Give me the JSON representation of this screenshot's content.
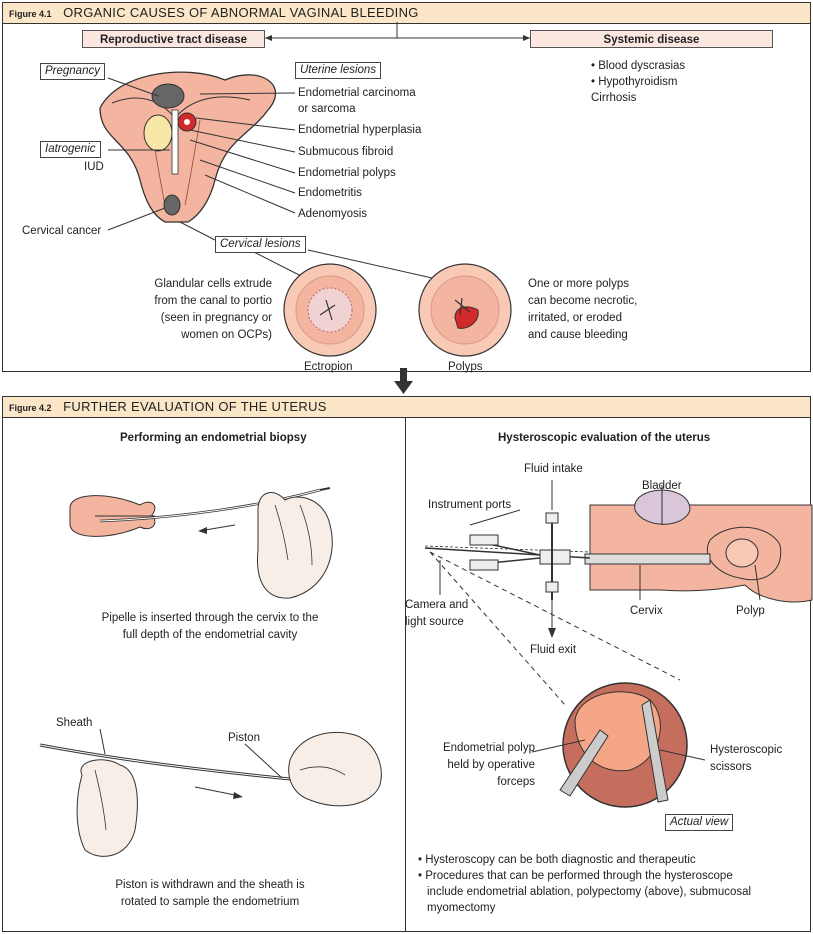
{
  "fig1": {
    "number": "Figure 4.1",
    "title": "ORGANIC CAUSES OF ABNORMAL VAGINAL BLEEDING",
    "repro_box": "Reproductive tract disease",
    "systemic_box": "Systemic disease",
    "systemic_items": [
      "Blood dyscrasias",
      "Hypothyroidism",
      "Cirrhosis"
    ],
    "pregnancy": "Pregnancy",
    "iatrogenic": "Iatrogenic",
    "iud": "IUD",
    "cervical_cancer": "Cervical cancer",
    "uterine_lesions": "Uterine lesions",
    "uterine_items": [
      "Endometrial carcinoma",
      "or sarcoma",
      "Endometrial hyperplasia",
      "Submucous fibroid",
      "Endometrial polyps",
      "Endometritis",
      "Adenomyosis"
    ],
    "cervical_lesions": "Cervical lesions",
    "ectropion_desc": [
      "Glandular cells extrude",
      "from the canal to portio",
      "(seen in pregnancy or",
      "women on OCPs)"
    ],
    "polyps_desc": [
      "One or more polyps",
      "can become necrotic,",
      "irritated, or eroded",
      "and cause bleeding"
    ],
    "ectropion": "Ectropion",
    "polyps": "Polyps"
  },
  "fig2": {
    "number": "Figure 4.2",
    "title": "FURTHER EVALUATION OF THE UTERUS",
    "left_heading": "Performing an endometrial biopsy",
    "pipelle_caption": [
      "Pipelle is inserted through the cervix to the",
      "full depth of the endometrial cavity"
    ],
    "sheath": "Sheath",
    "piston": "Piston",
    "piston_caption": [
      "Piston is withdrawn and the sheath is",
      "rotated to sample the endometrium"
    ],
    "right_heading": "Hysteroscopic evaluation of the uterus",
    "fluid_intake": "Fluid intake",
    "bladder": "Bladder",
    "instrument_ports": "Instrument ports",
    "camera": [
      "Camera and",
      "light source"
    ],
    "cervix": "Cervix",
    "polyp": "Polyp",
    "fluid_exit": "Fluid exit",
    "endo_polyp": [
      "Endometrial polyp",
      "held by operative",
      "forceps"
    ],
    "scissors": [
      "Hysteroscopic",
      "scissors"
    ],
    "actual_view": "Actual view",
    "bullets": [
      "Hysteroscopy can be both diagnostic and therapeutic",
      "Procedures that can be performed through the hysteroscope",
      "include endometrial ablation, polypectomy (above), submucosal",
      "myomectomy"
    ]
  },
  "colors": {
    "header": "#fbe6c8",
    "tissue": "#f4b5a0",
    "blood": "#d22a2a"
  }
}
